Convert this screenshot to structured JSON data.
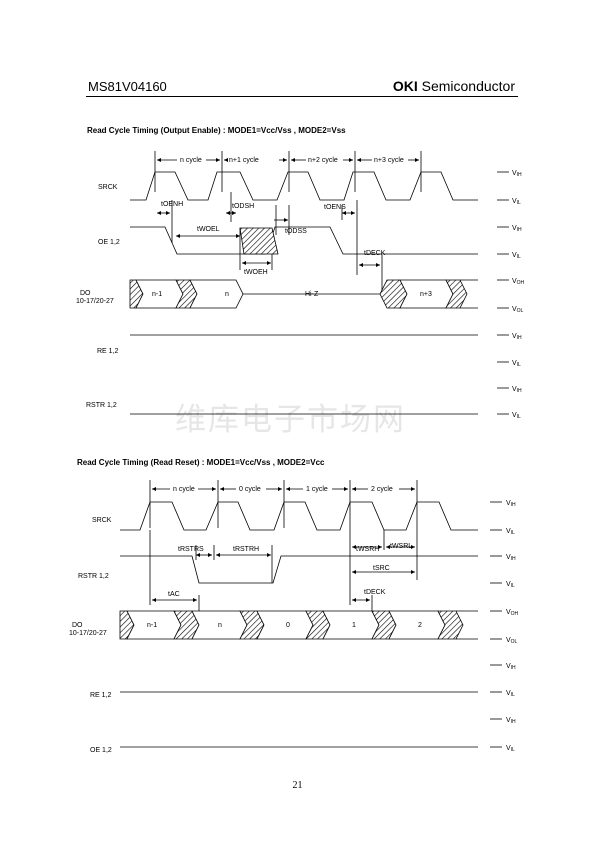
{
  "header": {
    "part_number": "MS81V04160",
    "brand": "OKI",
    "brand_suffix": "Semiconductor"
  },
  "diagram1": {
    "title": "Read Cycle Timing (Output Enable)  :  MODE1=Vcc/Vss , MODE2=Vss",
    "cycles": [
      "n cycle",
      "n+1 cycle",
      "n+2 cycle",
      "n+3 cycle"
    ],
    "signals": {
      "srck": "SRCK",
      "oe": "OE 1,2",
      "do_a": "DO",
      "do_b": "10-17/20-27",
      "re": "RE 1,2",
      "rstr": "RSTR 1,2"
    },
    "params": {
      "toenh": "tOENH",
      "todsh": "tODSH",
      "toens": "tOENS",
      "twoel": "tWOEL",
      "todss": "tODSS",
      "twoeh": "tWOEH",
      "tdeck": "tDECK"
    },
    "data_cells": {
      "c1": "n-1",
      "c2": "n",
      "hiz": "Hi-Z",
      "c3": "n+3"
    }
  },
  "diagram2": {
    "title": "Read Cycle Timing (Read Reset)  :  MODE1=Vcc/Vss , MODE2=Vcc",
    "cycles": [
      "n cycle",
      "0 cycle",
      "1 cycle",
      "2 cycle"
    ],
    "signals": {
      "srck": "SRCK",
      "rstr": "RSTR 1,2",
      "do_a": "DO",
      "do_b": "10-17/20-27",
      "re": "RE 1,2",
      "oe": "OE 1,2"
    },
    "params": {
      "trstrs": "tRSTRS",
      "trstrh": "tRSTRH",
      "twsrh": "tWSRH",
      "twsrl": "tWSRL",
      "tsrc": "tSRC",
      "tac": "tAC",
      "tdeck": "tDECK"
    },
    "data_cells": {
      "c1": "n-1",
      "c2": "n",
      "c3": "0",
      "c4": "1",
      "c5": "2"
    }
  },
  "levels": {
    "vih": "IH",
    "vil": "IL",
    "voh": "OH",
    "vol": "OL"
  },
  "page_number": "21",
  "watermark": "维库电子市场网"
}
